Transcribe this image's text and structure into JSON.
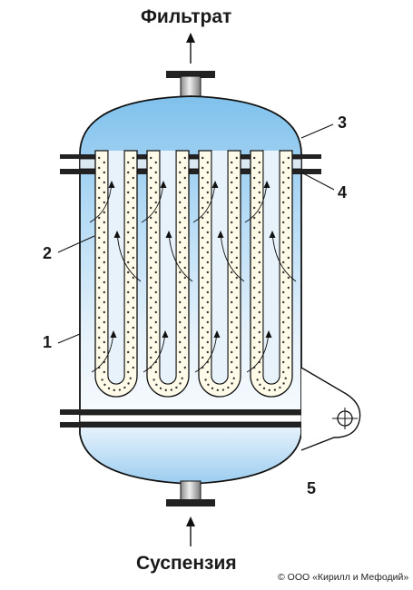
{
  "labels": {
    "top": "Фильтрат",
    "bottom": "Суспензия",
    "n1": "1",
    "n2": "2",
    "n3": "3",
    "n4": "4",
    "n5": "5"
  },
  "copyright": "© ООО «Кирилл и Мефодий»",
  "colors": {
    "liquid_top": "#8ec9ee",
    "liquid_bottom": "#f4f9fd",
    "outline": "#111111",
    "filter_fill": "#fffbe6",
    "nozzle": "#c4c4c4",
    "flange": "#222222"
  },
  "filter_elements": 4
}
